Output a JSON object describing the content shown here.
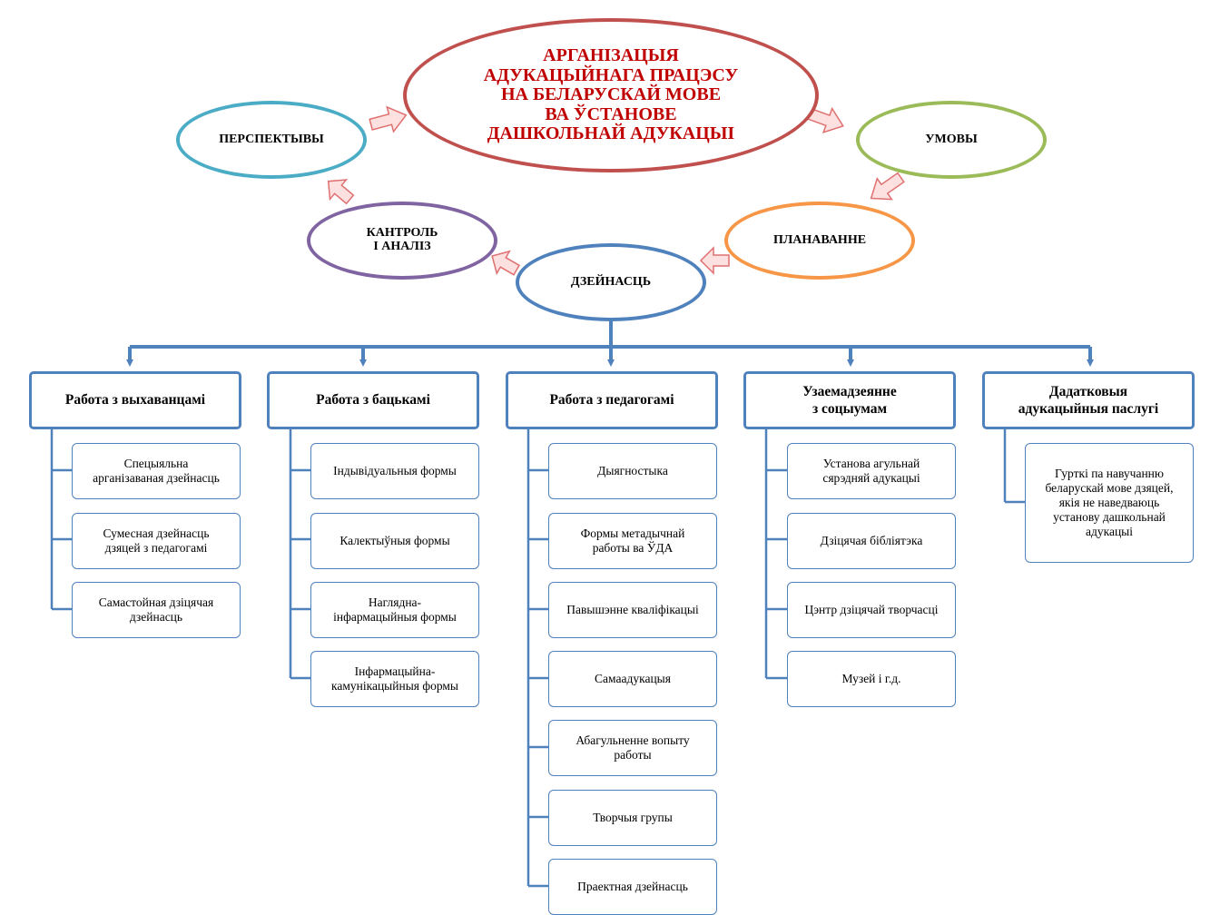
{
  "colors": {
    "title_text": "#c00000",
    "main_ellipse": "#c0504d",
    "perspectives": "#4bacc6",
    "conditions": "#9bbb59",
    "control": "#8064a2",
    "planning": "#f79646",
    "activity": "#4f81bd",
    "connectors": "#4f81bd",
    "arrow_fill": "#fde0e0",
    "arrow_stroke": "#e07070"
  },
  "cycle": {
    "main": "АРГАНІЗАЦЫЯ\nАДУКАЦЫЙНАГА  ПРАЦЭСУ\nНА БЕЛАРУСКАЙ МОВЕ\nВА ЎСТАНОВЕ\nДАШКОЛЬНАЙ  АДУКАЦЫІ",
    "perspectives": "ПЕРСПЕКТЫВЫ",
    "conditions": "УМОВЫ",
    "planning": "ПЛАНАВАННЕ",
    "activity": "ДЗЕЙНАСЦЬ",
    "control": "КАНТРОЛЬ\nІ АНАЛІЗ"
  },
  "columns": [
    {
      "title": "Работа з выхаванцамі",
      "items": [
        "Спецыяльна\nарганізаваная дзейнасць",
        "Сумесная дзейнасць\nдзяцей з педагогамі",
        "Самастойная дзіцячая\nдзейнасць"
      ]
    },
    {
      "title": "Работа з бацькамі",
      "items": [
        "Індывідуальныя формы",
        "Калектыўныя формы",
        "Наглядна-\nінфармацыйныя формы",
        "Інфармацыйна-\nкамунікацыйныя формы"
      ]
    },
    {
      "title": "Работа з педагогамі",
      "items": [
        "Дыягностыка",
        "Формы метадычнай\nработы ва ЎДА",
        "Павышэнне кваліфікацыі",
        "Самаадукацыя",
        "Абагульненне вопыту\nработы",
        "Творчыя групы",
        "Праектная дзейнасць"
      ]
    },
    {
      "title": "Узаемадзеянне\nз соцыумам",
      "items": [
        "Установа агульнай\nсярэдняй адукацыі",
        "Дзіцячая бібліятэка",
        "Цэнтр дзіцячай творчасці",
        "Музей і г.д."
      ]
    },
    {
      "title": "Дадатковыя\nадукацыйныя паслугі",
      "items": [
        "Гурткі па навучанню\nбеларускай мове дзяцей,\nякія не наведваюць\nустанову дашкольнай\nадукацыі"
      ]
    }
  ]
}
